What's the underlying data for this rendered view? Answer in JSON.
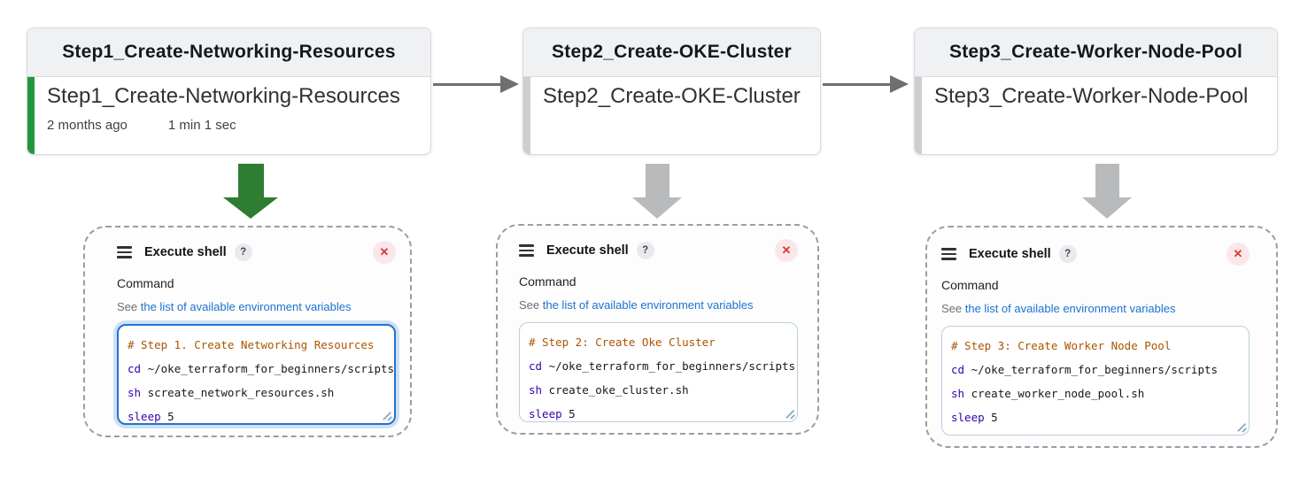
{
  "pipeline": {
    "jobs": [
      {
        "header": "Step1_Create-Networking-Resources",
        "title": "Step1_Create-Networking-Resources",
        "meta_time": "2 months ago",
        "meta_duration": "1 min 1 sec",
        "status": "success"
      },
      {
        "header": "Step2_Create-OKE-Cluster",
        "title": "Step2_Create-OKE-Cluster",
        "status": "not-built"
      },
      {
        "header": "Step3_Create-Worker-Node-Pool",
        "title": "Step3_Create-Worker-Node-Pool",
        "status": "not-built"
      }
    ]
  },
  "panels": [
    {
      "title": "Execute shell",
      "help_label": "?",
      "close_glyph": "✕",
      "command_label": "Command",
      "see_prefix": "See ",
      "env_link": "the list of available environment variables",
      "focused": true,
      "code": [
        {
          "kind": "comment",
          "text": "# Step 1. Create Networking Resources"
        },
        {
          "kind": "cmd",
          "kw": "cd",
          "rest": " ~/oke_terraform_for_beginners/scripts"
        },
        {
          "kind": "cmd",
          "kw": "sh",
          "rest": " screate_network_resources.sh"
        },
        {
          "kind": "cmd",
          "kw": "sleep",
          "rest": " 5"
        }
      ]
    },
    {
      "title": "Execute shell",
      "help_label": "?",
      "close_glyph": "✕",
      "command_label": "Command",
      "see_prefix": "See ",
      "env_link": "the list of available environment variables",
      "focused": false,
      "code": [
        {
          "kind": "comment",
          "text": "# Step 2: Create Oke Cluster"
        },
        {
          "kind": "cmd",
          "kw": "cd",
          "rest": " ~/oke_terraform_for_beginners/scripts"
        },
        {
          "kind": "cmd",
          "kw": "sh",
          "rest": " create_oke_cluster.sh"
        },
        {
          "kind": "cmd",
          "kw": "sleep",
          "rest": " 5"
        }
      ]
    },
    {
      "title": "Execute shell",
      "help_label": "?",
      "close_glyph": "✕",
      "command_label": "Command",
      "see_prefix": "See ",
      "env_link": "the list of available environment variables",
      "focused": false,
      "code": [
        {
          "kind": "comment",
          "text": "# Step 3: Create Worker Node Pool"
        },
        {
          "kind": "cmd",
          "kw": "cd",
          "rest": " ~/oke_terraform_for_beginners/scripts"
        },
        {
          "kind": "cmd",
          "kw": "sh",
          "rest": " create_worker_node_pool.sh"
        },
        {
          "kind": "cmd",
          "kw": "sleep",
          "rest": " 5"
        }
      ]
    }
  ],
  "colors": {
    "status_success_green": "#21963f",
    "status_idle_gray": "#cdced0",
    "flow_arrow_gray": "#6f6f6f",
    "down_arrow_green": "#2e7d32",
    "down_arrow_gray": "#b9babc",
    "link_blue": "#1a73cf",
    "code_comment_orange": "#aa5500",
    "code_keyword_purple": "#3300aa",
    "close_red": "#d93a3a",
    "focus_border_blue": "#2473c8"
  }
}
